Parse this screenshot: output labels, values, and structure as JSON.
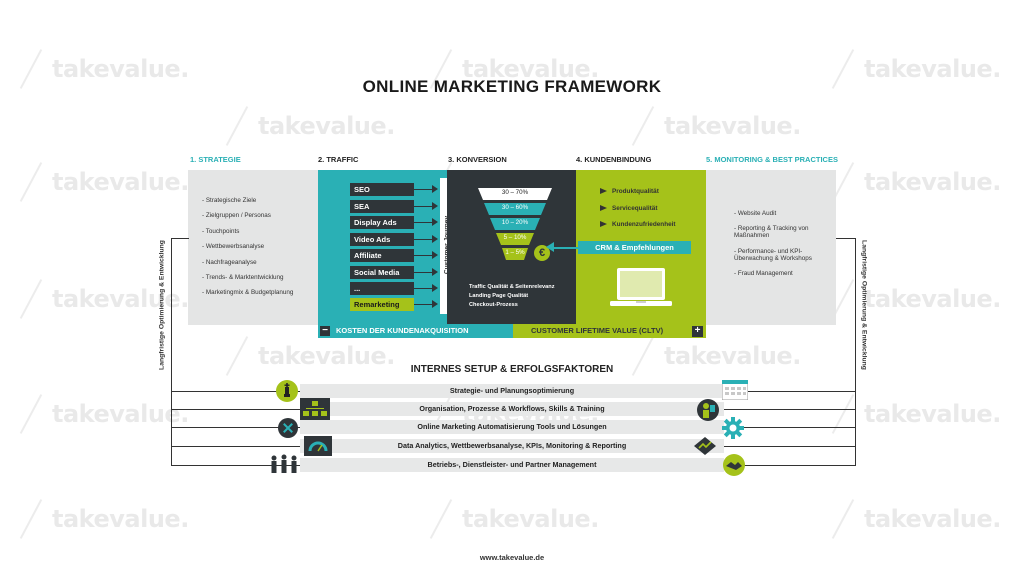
{
  "watermark": "takevalue.",
  "title": "ONLINE MARKETING FRAMEWORK",
  "columns": {
    "strategie": "1. STRATEGIE",
    "traffic": "2. TRAFFIC",
    "konversion": "3. KONVERSION",
    "kundenbindung": "4. KUNDENBINDUNG",
    "monitoring": "5. MONITORING & BEST PRACTICES"
  },
  "strategie_items": [
    "Strategische Ziele",
    "Zielgruppen / Personas",
    "Touchpoints",
    "Wettbewerbsanalyse",
    "Nachfrageanalyse",
    "Trends- & Marktentwicklung",
    "Marketingmix & Budgetplanung"
  ],
  "traffic_items": [
    "SEO",
    "SEA",
    "Display Ads",
    "Video Ads",
    "Affiliate",
    "Social Media",
    "...",
    "Remarketing"
  ],
  "customer_journey": "Customer Journey",
  "funnel": [
    "30 – 70%",
    "30 – 60%",
    "10 – 20%",
    "5 – 10%",
    "1 – 5%"
  ],
  "konversion_notes": [
    "Traffic Qualität & Seitenrelevanz",
    "Landing Page Qualität",
    "Checkout-Prozess"
  ],
  "kundenbindung_items": [
    "Produktqualität",
    "Servicequalität",
    "Kundenzufriedenheit"
  ],
  "crm": "CRM & Empfehlungen",
  "monitoring_items": [
    "Website Audit",
    "Reporting & Tracking von Maßnahmen",
    "Performance- und KPI-Überwachung & Workshops",
    "Fraud Management"
  ],
  "kosten": "KOSTEN DER KUNDENAKQUISITION",
  "cltv": "CUSTOMER LIFETIME VALUE (CLTV)",
  "minus": "−",
  "plus": "+",
  "side_label": "Langfristige Optimierung & Entwicklung",
  "internes_title": "INTERNES SETUP & ERFOLGSFAKTOREN",
  "internes_items": [
    "Strategie- und Planungsoptimierung",
    "Organisation, Prozesse & Workflows, Skills & Training",
    "Online Marketing Automatisierung Tools und Lösungen",
    "Data Analytics, Wettbewerbsanalyse, KPIs, Monitoring & Reporting",
    "Betriebs-, Dienstleister- und Partner Management"
  ],
  "footer": "www.takevalue.de",
  "colors": {
    "teal": "#2ab0b5",
    "lime": "#a5c21a",
    "dark": "#2f3539",
    "grey": "#e4e5e5"
  }
}
